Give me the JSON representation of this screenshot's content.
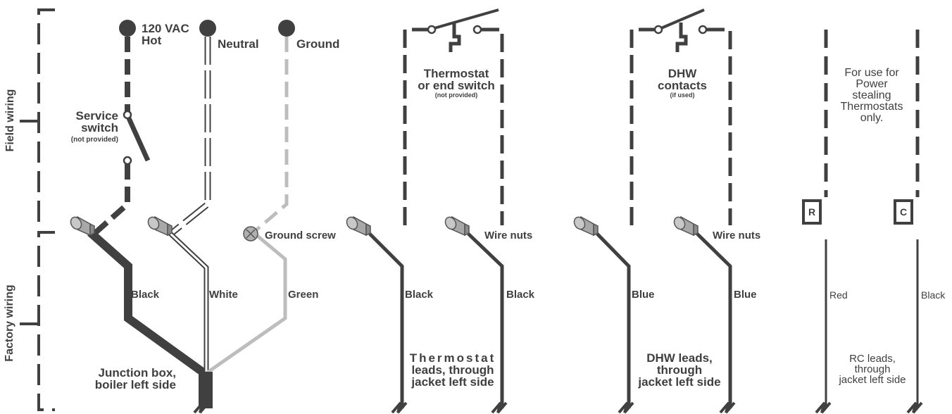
{
  "side_labels": {
    "field": "Field wiring",
    "factory": "Factory wiring"
  },
  "power": {
    "hot": [
      "120 VAC",
      "Hot"
    ],
    "neutral": "Neutral",
    "ground": "Ground",
    "service_switch": [
      "Service",
      "switch"
    ],
    "service_switch_note": "(not provided)",
    "ground_screw": "Ground screw",
    "black": "Black",
    "white": "White",
    "green": "Green",
    "junction": [
      "Junction box,",
      "boiler left side"
    ]
  },
  "thermostat": {
    "title": [
      "Thermostat",
      "or end switch"
    ],
    "note": "(not provided)",
    "wire_nuts": "Wire nuts",
    "lead1": "Black",
    "lead2": "Black",
    "leads": [
      "Thermostat",
      "leads, through",
      "jacket left side"
    ]
  },
  "dhw": {
    "title": [
      "DHW",
      "contacts"
    ],
    "note": "(if used)",
    "wire_nuts": "Wire nuts",
    "lead1": "Blue",
    "lead2": "Blue",
    "leads": [
      "DHW leads,",
      "through",
      "jacket left side"
    ]
  },
  "rc": {
    "note": [
      "For use for",
      "Power",
      "stealing",
      "Thermostats",
      "only."
    ],
    "r_box": "R",
    "c_box": "C",
    "lead1": "Red",
    "lead2": "Black",
    "leads": [
      "RC leads,",
      "through",
      "jacket left side"
    ]
  },
  "colors": {
    "dark": "#404040",
    "light_gray": "#bdbdbd",
    "white": "#ffffff"
  }
}
